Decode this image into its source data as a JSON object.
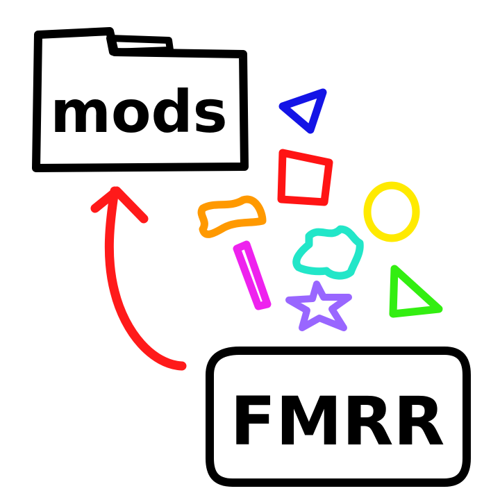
{
  "folder": {
    "label": "mods",
    "icon": "folder-icon",
    "stroke_color": "#000000"
  },
  "box": {
    "label": "FMRR",
    "stroke_color": "#000000"
  },
  "arrow": {
    "icon": "curved-arrow-up-icon",
    "color": "#ff1a1a"
  },
  "shapes": [
    {
      "name": "blue-triangle",
      "color": "#1414e6"
    },
    {
      "name": "red-square",
      "color": "#ff1414"
    },
    {
      "name": "yellow-circle",
      "color": "#ffea00"
    },
    {
      "name": "orange-blob",
      "color": "#ff9900"
    },
    {
      "name": "cyan-splat",
      "color": "#22e6c8"
    },
    {
      "name": "magenta-bar",
      "color": "#ee22ee"
    },
    {
      "name": "green-triangle",
      "color": "#33ee11"
    },
    {
      "name": "purple-star",
      "color": "#9966ff"
    }
  ]
}
